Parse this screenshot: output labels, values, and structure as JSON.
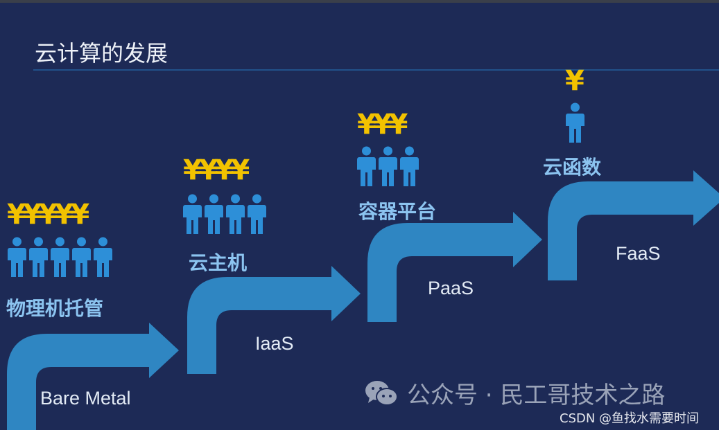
{
  "title": "云计算的发展",
  "colors": {
    "background": "#1d2a56",
    "arrow": "#2f86c2",
    "yen": "#f2c200",
    "person": "#2d8fd8",
    "label": "#8cc4f0"
  },
  "stages": [
    {
      "label": "物理机托管",
      "arrow_label": "Bare Metal",
      "yen": "¥¥¥¥¥",
      "people": 5
    },
    {
      "label": "云主机",
      "arrow_label": "IaaS",
      "yen": "¥¥¥¥",
      "people": 4
    },
    {
      "label": "容器平台",
      "arrow_label": "PaaS",
      "yen": "¥¥¥",
      "people": 3
    },
    {
      "label": "云函数",
      "arrow_label": "FaaS",
      "yen": "¥",
      "people": 1
    }
  ],
  "watermark": {
    "text": "公众号 · 民工哥技术之路",
    "icon": "wechat-icon"
  },
  "credit": "CSDN @鱼找水需要时间"
}
